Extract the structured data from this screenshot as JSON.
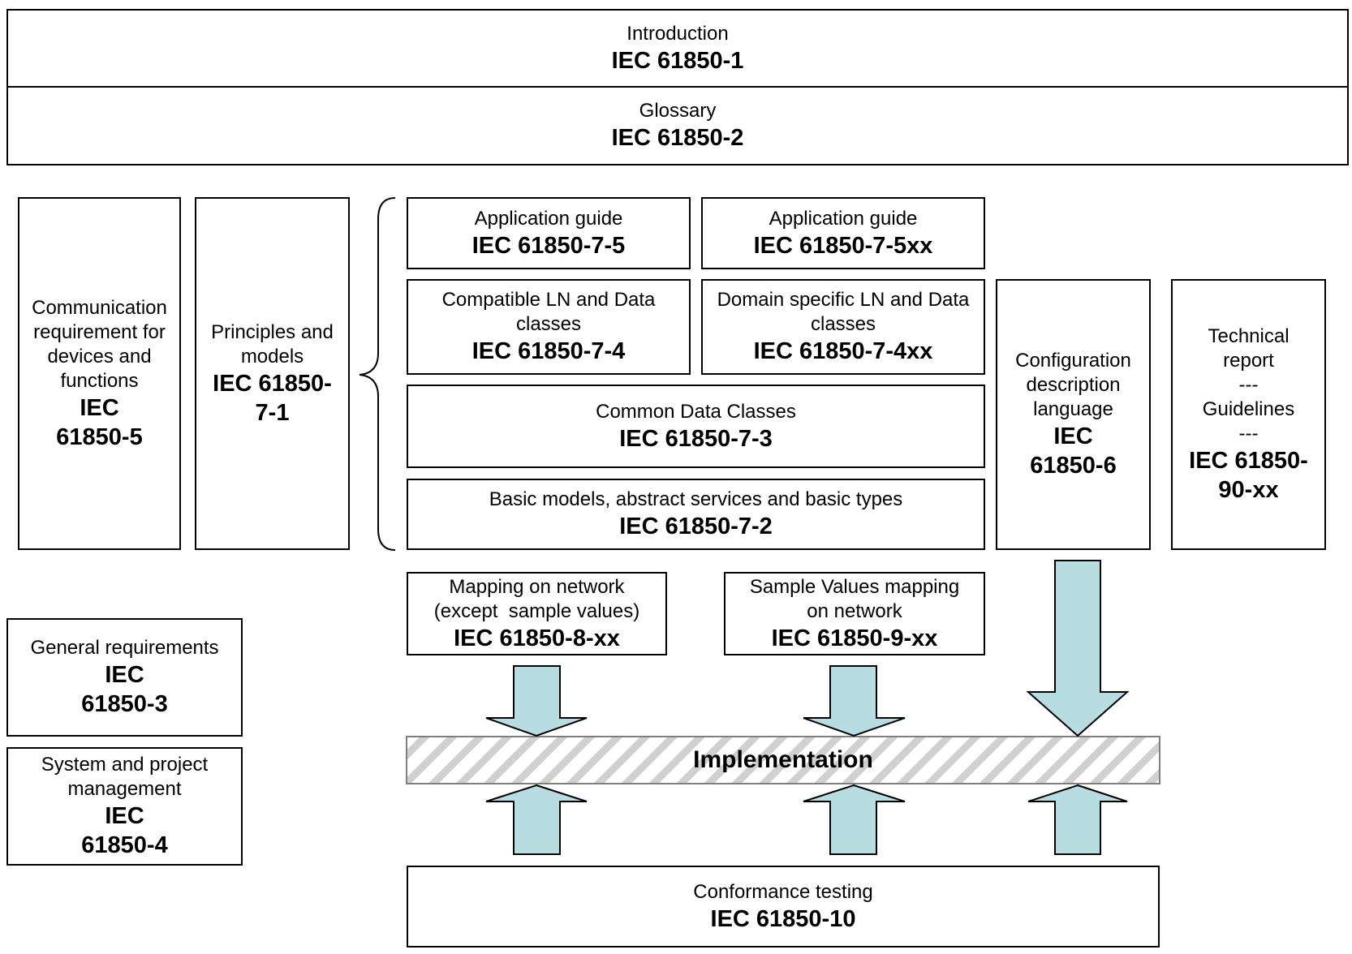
{
  "boxes": {
    "introduction": {
      "label": "Introduction",
      "code": "IEC 61850-1"
    },
    "glossary": {
      "label": "Glossary",
      "code": "IEC 61850-2"
    },
    "communication_requirement": {
      "label": "Communication requirement for devices and functions",
      "code": "IEC 61850-5"
    },
    "principles_models": {
      "label": "Principles and models",
      "code": "IEC 61850-7-1"
    },
    "application_guide": {
      "label": "Application guide",
      "code": "IEC 61850-7-5"
    },
    "application_guide_xx": {
      "label": "Application guide",
      "code": "IEC 61850-7-5xx"
    },
    "compatible_ln": {
      "label": "Compatible LN and Data classes",
      "code": "IEC 61850-7-4"
    },
    "domain_specific_ln": {
      "label": "Domain specific LN and Data classes",
      "code": "IEC 61850-7-4xx"
    },
    "common_data_classes": {
      "label": "Common Data Classes",
      "code": "IEC 61850-7-3"
    },
    "basic_models": {
      "label": "Basic models, abstract services and basic types",
      "code": "IEC 61850-7-2"
    },
    "configuration_language": {
      "label": "Configuration description language",
      "code": "IEC 61850-6"
    },
    "technical_report": {
      "label1": "Technical report",
      "sep1": "---",
      "label2": "Guidelines",
      "sep2": "---",
      "code": "IEC 61850-90-xx"
    },
    "mapping_network": {
      "label": "Mapping on network (except  sample values)",
      "code": "IEC 61850-8-xx"
    },
    "sample_values": {
      "label": "Sample Values mapping on network",
      "code": "IEC 61850-9-xx"
    },
    "general_requirements": {
      "label": "General requirements",
      "code": "IEC 61850-3"
    },
    "system_project": {
      "label": "System and project management",
      "code": "IEC 61850-4"
    },
    "conformance_testing": {
      "label": "Conformance testing",
      "code": "IEC 61850-10"
    }
  },
  "implementation": {
    "label": "Implementation"
  },
  "colors": {
    "arrow_fill": "#b8dde0",
    "hatch": "#c8c8c8",
    "border": "#000000"
  },
  "icons": {
    "down_arrow": "down-arrow-icon",
    "up_arrow": "up-arrow-icon",
    "brace": "left-brace-icon"
  }
}
